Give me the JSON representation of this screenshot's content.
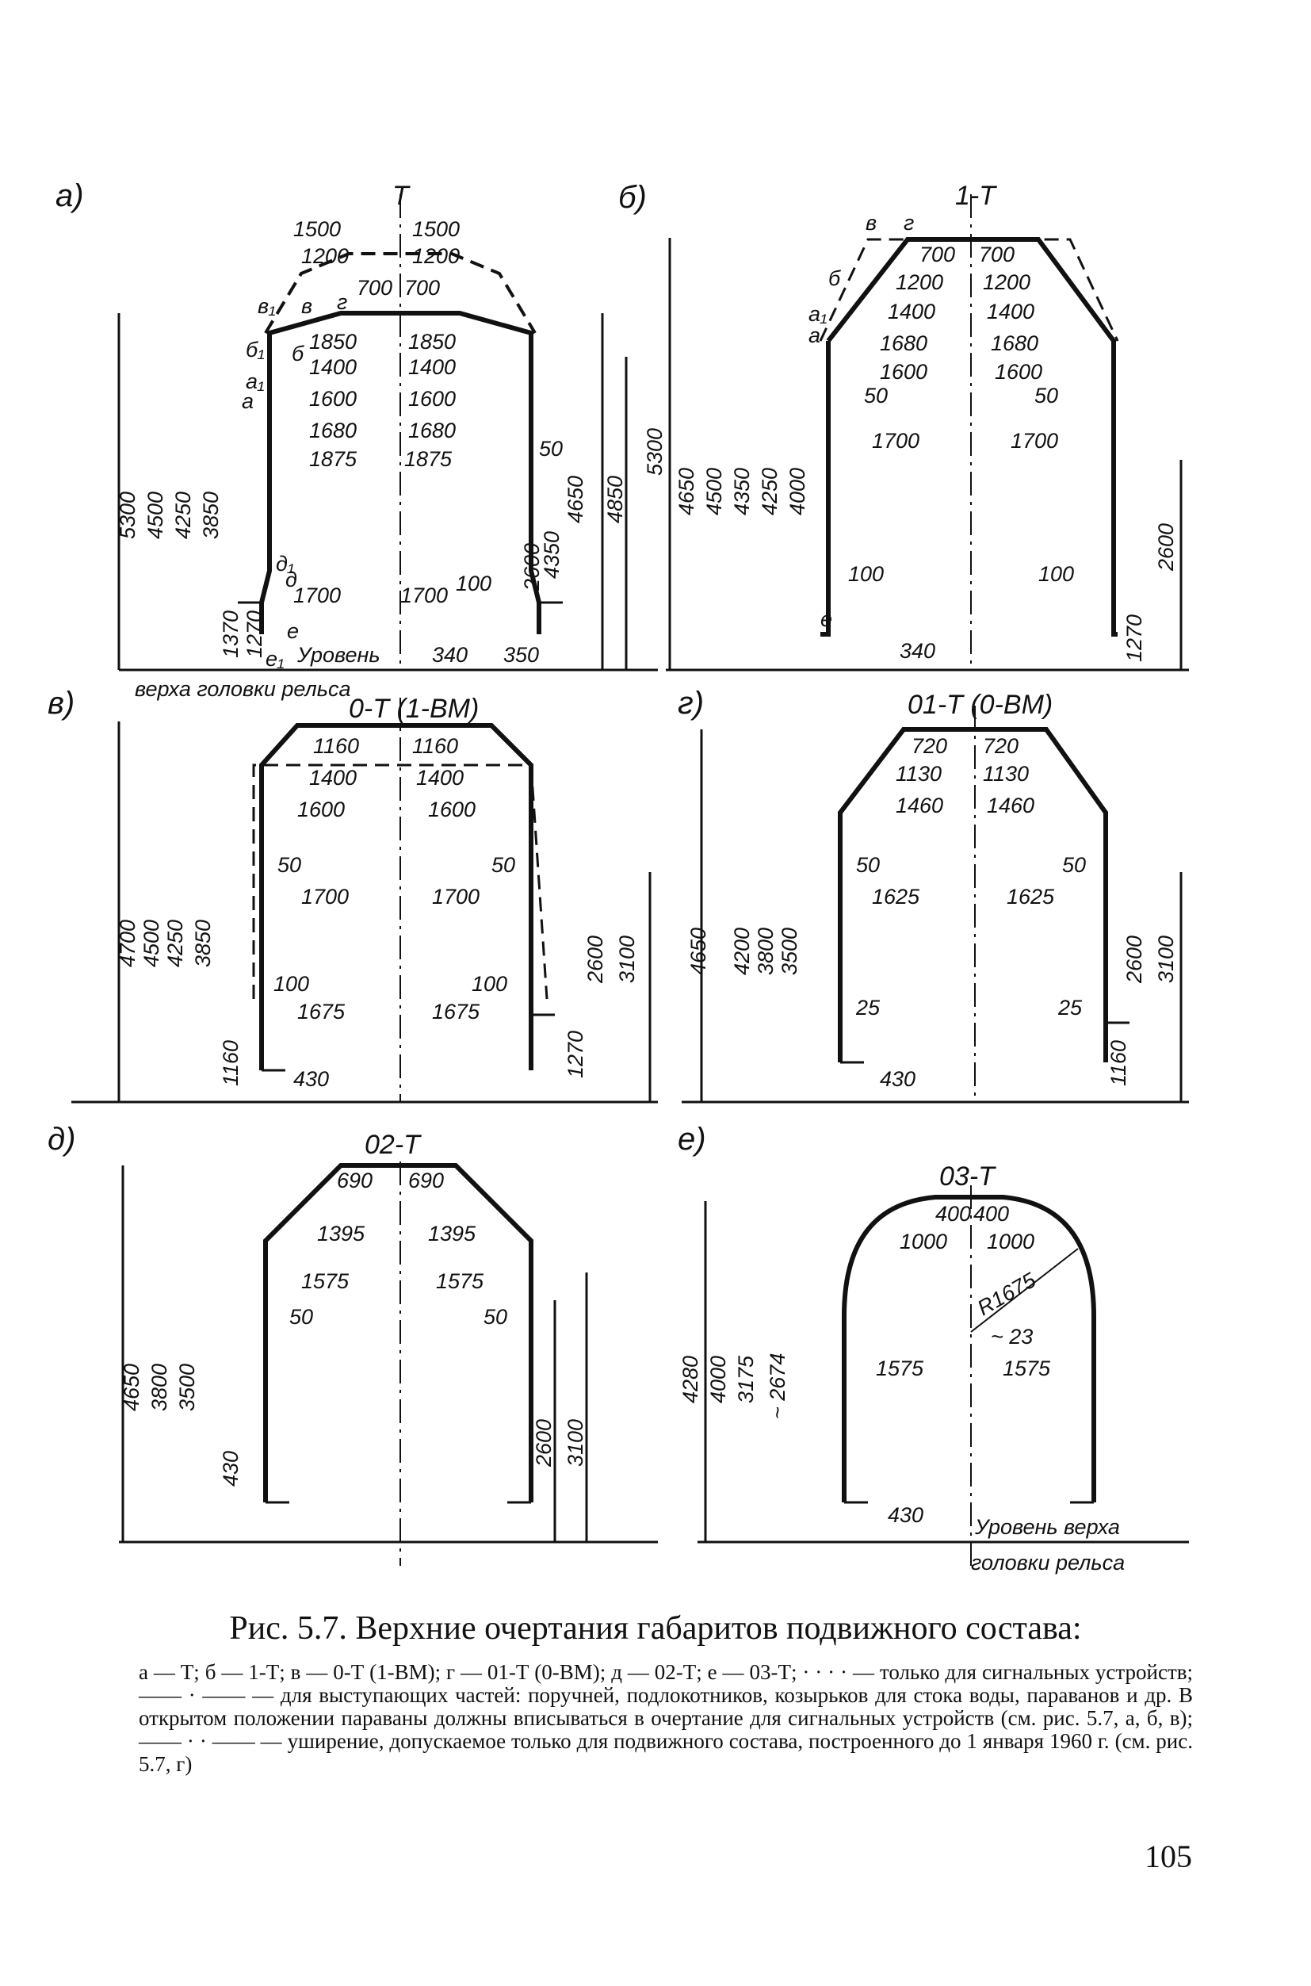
{
  "figure": {
    "panels": [
      {
        "letter": "а)",
        "name": "Т",
        "heights_left": [
          "5300",
          "4500",
          "4250",
          "3850",
          "1370",
          "1270"
        ],
        "heights_right": [
          "4650",
          "4850",
          "4350",
          "2600"
        ],
        "top_widths": [
          "1500",
          "1200",
          "700"
        ],
        "widths": [
          "1850",
          "1400",
          "1600",
          "1680",
          "1875"
        ],
        "bottom_widths": [
          "1700"
        ],
        "small_dims": [
          "50",
          "100",
          "340",
          "350"
        ],
        "point_labels": [
          "в₁",
          "в",
          "г",
          "б₁",
          "б",
          "а₁",
          "а",
          "д₁",
          "д",
          "е",
          "е₁"
        ],
        "rail_label": "Уровень",
        "rail_label_2": "верха головки рельса"
      },
      {
        "letter": "б)",
        "name": "1-Т",
        "heights_left": [
          "5300",
          "4650",
          "4500",
          "4350",
          "4250",
          "4000"
        ],
        "heights_right": [
          "2600",
          "1270"
        ],
        "widths": [
          "700",
          "1200",
          "1400",
          "1680",
          "1600",
          "50",
          "1700",
          "100"
        ],
        "small_dims": [
          "340"
        ],
        "point_labels": [
          "в",
          "г",
          "б",
          "а₁",
          "а",
          "е"
        ]
      },
      {
        "letter": "в)",
        "name": "0-Т (1-ВМ)",
        "heights_left": [
          "4700",
          "4500",
          "4250",
          "3850",
          "1160"
        ],
        "heights_right": [
          "2600",
          "3100",
          "1270"
        ],
        "widths": [
          "1160",
          "1400",
          "1600",
          "50",
          "1700",
          "100",
          "1675"
        ],
        "small_dims": [
          "430"
        ]
      },
      {
        "letter": "г)",
        "name": "01-Т (0-ВМ)",
        "heights_left": [
          "4650",
          "4200",
          "3800",
          "3500"
        ],
        "heights_right": [
          "2600",
          "3100",
          "1160"
        ],
        "widths": [
          "720",
          "1130",
          "1460",
          "50",
          "1625",
          "25"
        ],
        "small_dims": [
          "430"
        ]
      },
      {
        "letter": "д)",
        "name": "02-Т",
        "heights_left": [
          "4650",
          "3800",
          "3500",
          "430"
        ],
        "heights_right": [
          "2600",
          "3100"
        ],
        "widths": [
          "690",
          "1395",
          "1575",
          "50"
        ]
      },
      {
        "letter": "е)",
        "name": "03-Т",
        "heights_left": [
          "4280",
          "4000",
          "3175",
          "~ 2674"
        ],
        "widths": [
          "400",
          "1000",
          "1575"
        ],
        "small_dims": [
          "430",
          "R1675",
          "~ 23"
        ],
        "rail_label": "Уровень верха",
        "rail_label_2": "головки рельса"
      }
    ]
  },
  "caption": {
    "title": "Рис. 5.7. Верхние очертания габаритов подвижного состава:",
    "legend": "а — Т; б — 1-Т; в — 0-Т (1-ВМ); г — 01-Т (0-ВМ); д — 02-Т; е — 03-Т; · · · · — только для сигнальных устройств; —— · —— — для выступающих частей: поручней, подлокотников, козырьков для стока воды, параванов и др. В открытом положении параваны должны вписываться в очертание для сигнальных устройств (см. рис. 5.7, а, б, в); —— · · —— — уширение, допускаемое только для подвижного состава, построенного до 1 января 1960 г. (см. рис. 5.7, г)"
  },
  "page_number": "105"
}
